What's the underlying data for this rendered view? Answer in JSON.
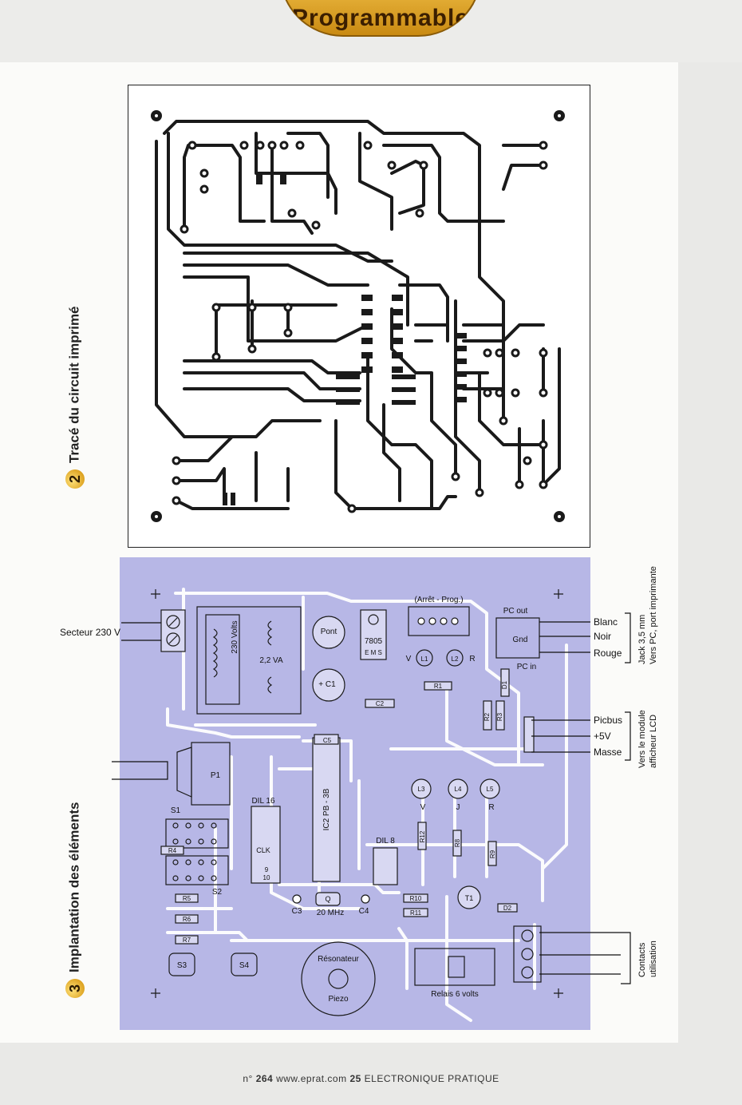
{
  "header": {
    "tab_label": "Programmable"
  },
  "sections": {
    "pcb": {
      "number": "2",
      "title": "Tracé du circuit imprimé"
    },
    "implantation": {
      "number": "3",
      "title": "Implantation des éléments"
    }
  },
  "external_labels": {
    "secteur": "Secteur 230 V",
    "blanc": "Blanc",
    "noir": "Noir",
    "rouge": "Rouge",
    "jack": "Jack 3,5 mm",
    "vers_pc": "Vers PC, port imprimante",
    "picbus": "Picbus",
    "plus5v": "+5V",
    "masse": "Masse",
    "vers_module": "Vers le module",
    "afficheur": "afficheur LCD",
    "contacts": "Contacts",
    "utilisation": "utilisation"
  },
  "components": {
    "transfo_volts": "230 Volts",
    "transfo_va": "2,2 VA",
    "pont": "Pont",
    "regulator": "7805",
    "reg_pins": "E M S",
    "arret_prog": "(Arrêt - Prog.)",
    "pc_out": "PC out",
    "gnd": "Gnd",
    "pc_in": "PC in",
    "c1": "+ C1",
    "c2": "C2",
    "c5": "C5",
    "r1": "R1",
    "r2": "R2",
    "r3": "R3",
    "d1": "D1",
    "l1": "L1",
    "l2": "L2",
    "v_label": "V",
    "r_label": "R",
    "p1": "P1",
    "s1": "S1",
    "s2": "S2",
    "s3": "S3",
    "s4": "S4",
    "dil16": "DIL 16",
    "clk": "CLK",
    "pin9": "9",
    "pin10": "10",
    "ic2": "IC2 PB - 3B",
    "dil8": "DIL 8",
    "l3": "L3",
    "l4": "L4",
    "l5": "L5",
    "v2": "V",
    "j": "J",
    "r_red": "R",
    "r12": "R12",
    "r8": "R8",
    "r9": "R9",
    "r4": "R4",
    "r5": "R5",
    "r6": "R6",
    "r7": "R7",
    "c3": "C3",
    "c4": "C4",
    "q": "Q",
    "mhz": "20 MHz",
    "r10": "R10",
    "r11": "R11",
    "t1": "T1",
    "d2": "D2",
    "resonateur": "Résonateur",
    "piezo": "Piezo",
    "relais": "Relais 6 volts"
  },
  "footer": {
    "issue_prefix": "n° ",
    "issue": "264",
    "site": "www.eprat.com",
    "page": "25",
    "magazine": "ELECTRONIQUE PRATIQUE"
  },
  "colors": {
    "implantation_bg": "#b7b7e6",
    "badge": "#e2a000",
    "trace": "#1a1a1a"
  }
}
